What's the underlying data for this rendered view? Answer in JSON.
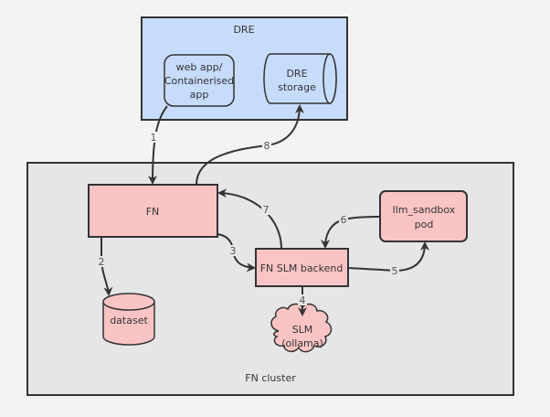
{
  "diagram": {
    "colors": {
      "background": "#f3f3f3",
      "dre_fill": "#c7dcfb",
      "cluster_fill": "#e6e6e6",
      "node_pink": "#fbc4c4",
      "stroke": "#333333"
    },
    "groups": {
      "dre": {
        "label": "DRE"
      },
      "fn_cluster": {
        "label": "FN cluster"
      }
    },
    "nodes": {
      "webapp": {
        "line1": "web app/",
        "line2": "Containerised",
        "line3": "app"
      },
      "dre_storage": {
        "line1": "DRE",
        "line2": "storage"
      },
      "fn": {
        "label": "FN"
      },
      "dataset": {
        "label": "dataset"
      },
      "fn_slm_backend": {
        "label": "FN SLM backend"
      },
      "llm_sandbox": {
        "line1": "llm_sandbox",
        "line2": "pod"
      },
      "slm": {
        "line1": "SLM",
        "line2": "(ollama)"
      }
    },
    "edges": [
      {
        "label": "1",
        "from": "webapp",
        "to": "fn"
      },
      {
        "label": "2",
        "from": "fn",
        "to": "dataset"
      },
      {
        "label": "3",
        "from": "fn",
        "to": "fn_slm_backend"
      },
      {
        "label": "4",
        "from": "fn_slm_backend",
        "to": "slm"
      },
      {
        "label": "5",
        "from": "fn_slm_backend",
        "to": "llm_sandbox"
      },
      {
        "label": "6",
        "from": "llm_sandbox",
        "to": "fn_slm_backend"
      },
      {
        "label": "7",
        "from": "fn_slm_backend",
        "to": "fn"
      },
      {
        "label": "8",
        "from": "fn",
        "to": "dre_storage"
      }
    ]
  }
}
